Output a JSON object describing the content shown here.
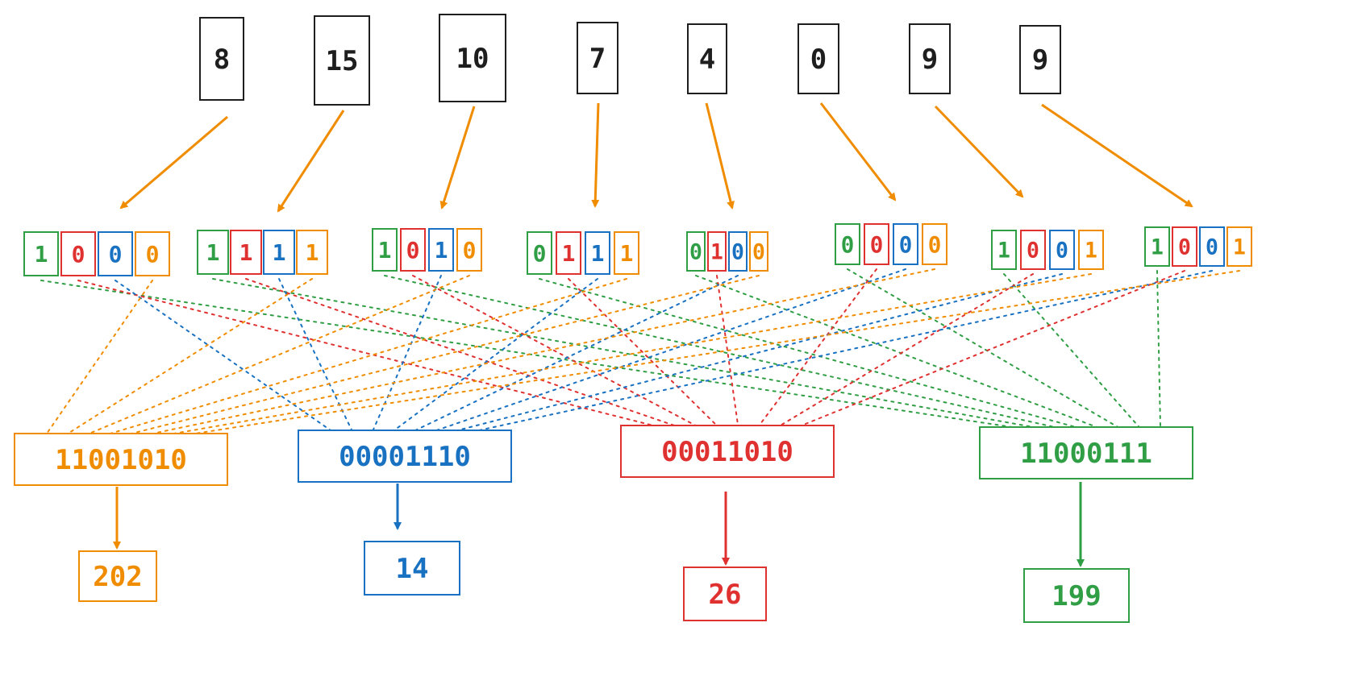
{
  "colors": {
    "green": "#2f9e44",
    "red": "#e03131",
    "blue": "#1971c2",
    "orange": "#f08c00",
    "black": "#1e1e1e"
  },
  "inputs": [
    "8",
    "15",
    "10",
    "7",
    "4",
    "0",
    "9",
    "9"
  ],
  "bit_groups": [
    [
      "1",
      "0",
      "0",
      "0"
    ],
    [
      "1",
      "1",
      "1",
      "1"
    ],
    [
      "1",
      "0",
      "1",
      "0"
    ],
    [
      "0",
      "1",
      "1",
      "1"
    ],
    [
      "0",
      "1",
      "0",
      "0"
    ],
    [
      "0",
      "0",
      "0",
      "0"
    ],
    [
      "1",
      "0",
      "0",
      "1"
    ],
    [
      "1",
      "0",
      "0",
      "1"
    ]
  ],
  "outputs": [
    {
      "binary": "11001010",
      "decimal": "202",
      "color": "orange"
    },
    {
      "binary": "00001110",
      "decimal": "14",
      "color": "blue"
    },
    {
      "binary": "00011010",
      "decimal": "26",
      "color": "red"
    },
    {
      "binary": "11000111",
      "decimal": "199",
      "color": "green"
    }
  ]
}
